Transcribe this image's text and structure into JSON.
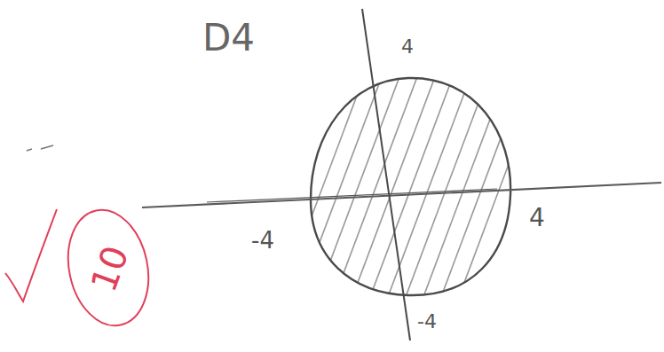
{
  "diagram": {
    "labels": [
      "D4",
      "4",
      "-4",
      "4",
      "-4",
      "10"
    ]
  }
}
